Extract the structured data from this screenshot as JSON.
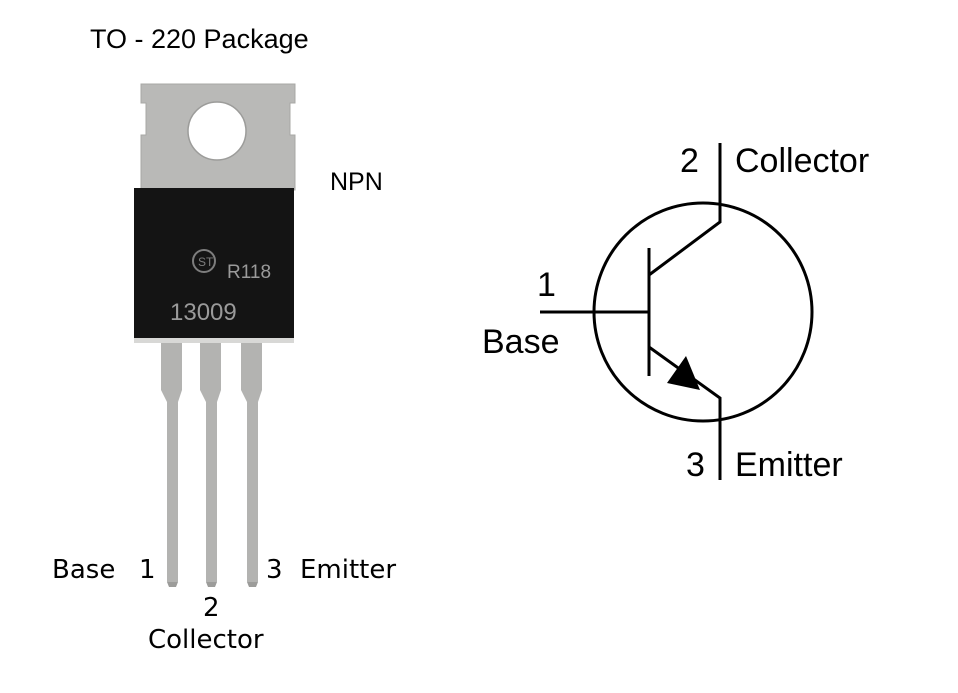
{
  "title": "TO - 220 Package",
  "type_label": "NPN",
  "package": {
    "part_number": "13009",
    "marking": "R118",
    "logo": "manufacturer-logo-icon",
    "pins": [
      {
        "number": "1",
        "name": "Base"
      },
      {
        "number": "2",
        "name": "Collector"
      },
      {
        "number": "3",
        "name": "Emitter"
      }
    ]
  },
  "schematic": {
    "symbol": "npn-transistor-icon",
    "pins": [
      {
        "number": "1",
        "name": "Base"
      },
      {
        "number": "2",
        "name": "Collector"
      },
      {
        "number": "3",
        "name": "Emitter"
      }
    ]
  },
  "colors": {
    "tab": "#b9b9b7",
    "body": "#141414",
    "leg": "#b3b3b1",
    "marking": "#9a9a9a",
    "line": "#000000"
  }
}
